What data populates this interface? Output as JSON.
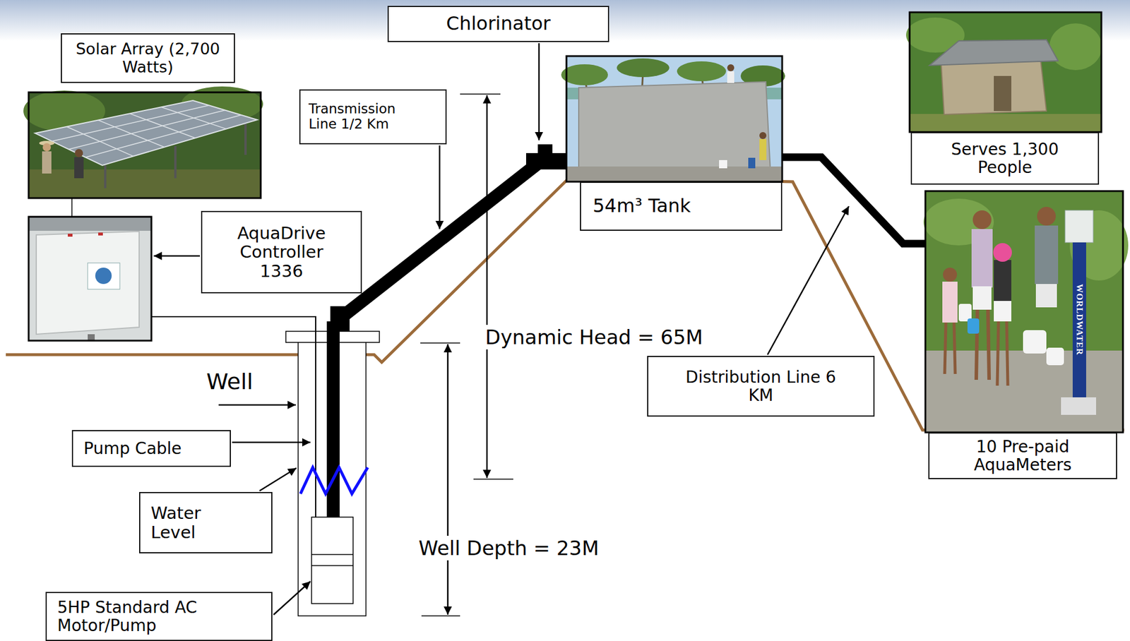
{
  "diagram": {
    "nodes": [
      {
        "text": [
          "Chlorinator"
        ]
      },
      {
        "text": [
          "Solar Array (2,700 Watts)"
        ]
      },
      {
        "text": [
          "Transmission Line 1/2 Km"
        ]
      },
      {
        "text": [
          "54m³ Tank"
        ]
      },
      {
        "text": [
          "Serves 1,300 People"
        ]
      },
      {
        "text": [
          "AquaDrive Controller 1336"
        ]
      },
      {
        "text": [
          "Distribution Line 6 KM"
        ]
      },
      {
        "text": [
          "10 Pre-paid AquaMeters"
        ]
      },
      {
        "text": [
          "Pump Cable"
        ]
      },
      {
        "text": [
          "Water Level"
        ]
      },
      {
        "text": [
          "5HP Standard AC Motor/Pump"
        ]
      }
    ],
    "edges": [
      {
        "from": 3,
        "to": 7,
        "arrow": "none"
      }
    ],
    "labels": [
      "Dynamic Head = 65M",
      "Well",
      "Well Depth = 23M",
      "WORLDWATER"
    ]
  }
}
